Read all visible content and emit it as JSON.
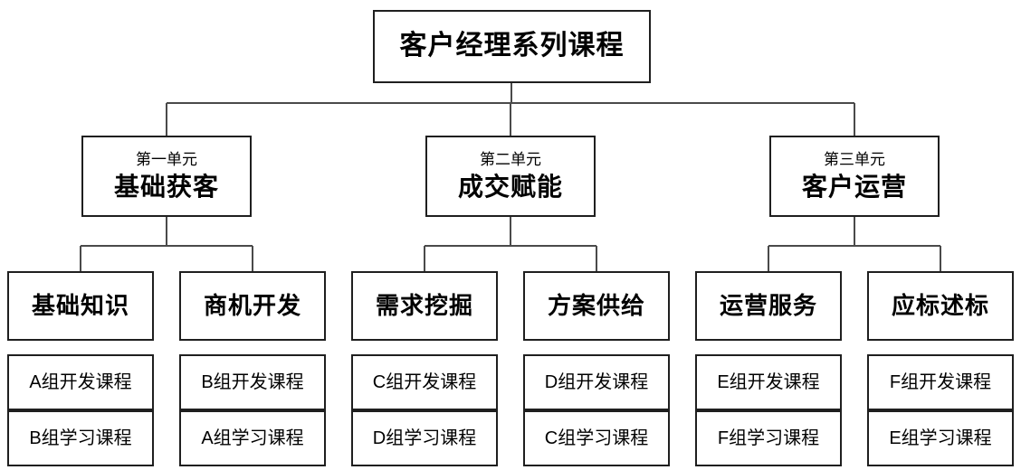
{
  "title": "客户经理系列课程",
  "units": [
    {
      "label": "第一单元",
      "name": "基础获客",
      "children": [
        {
          "title": "基础知识",
          "courses": [
            "A组开发课程",
            "B组学习课程"
          ]
        },
        {
          "title": "商机开发",
          "courses": [
            "B组开发课程",
            "A组学习课程"
          ]
        }
      ]
    },
    {
      "label": "第二单元",
      "name": "成交赋能",
      "children": [
        {
          "title": "需求挖掘",
          "courses": [
            "C组开发课程",
            "D组学习课程"
          ]
        },
        {
          "title": "方案供给",
          "courses": [
            "D组开发课程",
            "C组学习课程"
          ]
        }
      ]
    },
    {
      "label": "第三单元",
      "name": "客户运营",
      "children": [
        {
          "title": "运营服务",
          "courses": [
            "E组开发课程",
            "F组学习课程"
          ]
        },
        {
          "title": "应标述标",
          "courses": [
            "F组开发课程",
            "E组学习课程"
          ]
        }
      ]
    }
  ],
  "colors": {
    "background": "#ffffff",
    "text": "#000000",
    "border": "#1f1f1f",
    "connector": "#4a4a4a"
  }
}
